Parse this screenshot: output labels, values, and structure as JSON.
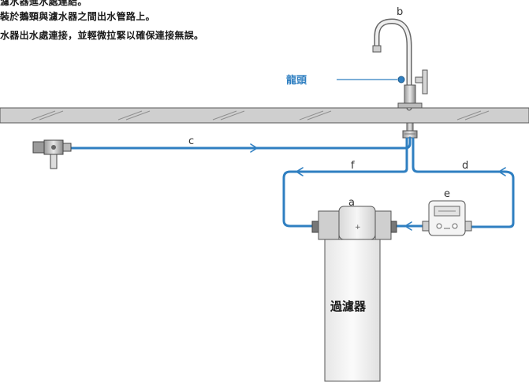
{
  "instructions": [
    "濾水器進水處連結。",
    "裝於鵝頸與濾水器之間出水管路上。",
    "水器出水處連接，並輕微拉緊以確保連接無誤。"
  ],
  "labels": {
    "faucet": "龍頭",
    "filter": "過濾器",
    "a": "a",
    "b": "b",
    "c": "c",
    "d": "d",
    "e": "e",
    "f": "f"
  },
  "colors": {
    "pipe": "#2f7fc1",
    "faucet_label": "#2f7fc1",
    "counter_fill": "#cfcfcf",
    "outline": "#555555",
    "text": "#1a1a1a"
  }
}
